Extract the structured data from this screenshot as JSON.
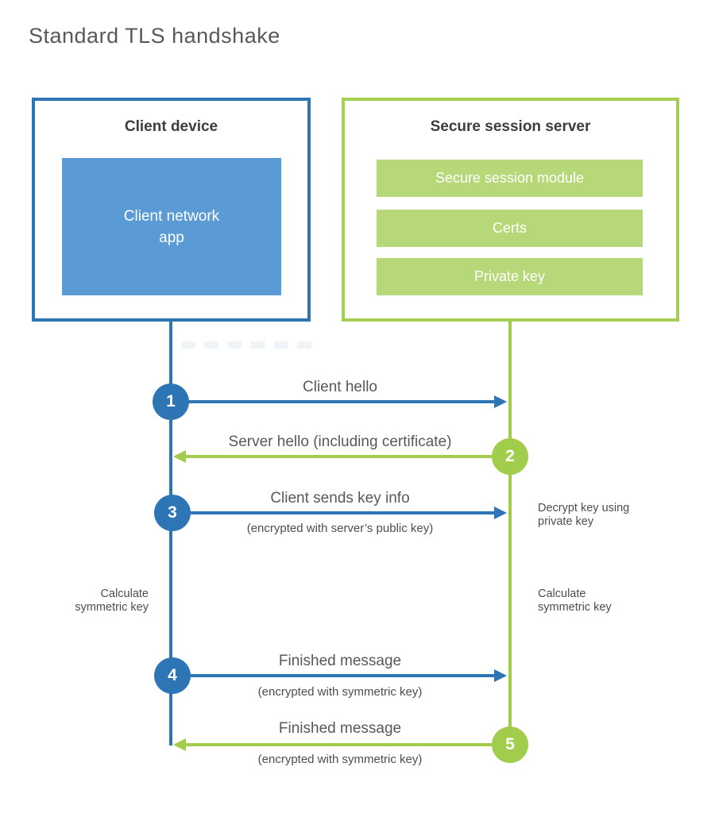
{
  "title": "Standard TLS handshake",
  "colors": {
    "blue": "#2e75b6",
    "blue-fill": "#5b9bd5",
    "green": "#a2cc4c",
    "green-border": "#a4cf52",
    "green-fill": "#b7d878",
    "title-gray": "#58595b",
    "heading-dark": "#3d3d3d",
    "label-gray": "#57585a",
    "sub-gray": "#4d4d4d"
  },
  "client": {
    "title": "Client device",
    "app": {
      "line1": "Client network",
      "line2": "app"
    }
  },
  "server": {
    "title": "Secure session server",
    "bars": [
      "Secure session module",
      "Certs",
      "Private key"
    ]
  },
  "messages": [
    {
      "num": "1",
      "label": "Client hello",
      "sub": ""
    },
    {
      "num": "2",
      "label": "Server hello (including certificate)",
      "sub": ""
    },
    {
      "num": "3",
      "label": "Client sends key info",
      "sub": "(encrypted with server’s public key)"
    },
    {
      "num": "4",
      "label": "Finished message",
      "sub": "(encrypted with symmetric key)"
    },
    {
      "num": "5",
      "label": "Finished message",
      "sub": "(encrypted with symmetric key)"
    }
  ],
  "notes": {
    "decrypt": {
      "line1": "Decrypt key using",
      "line2": "private key"
    },
    "calc_left": {
      "line1": "Calculate",
      "line2": "symmetric key"
    },
    "calc_right": {
      "line1": "Calculate",
      "line2": "symmetric key"
    }
  }
}
